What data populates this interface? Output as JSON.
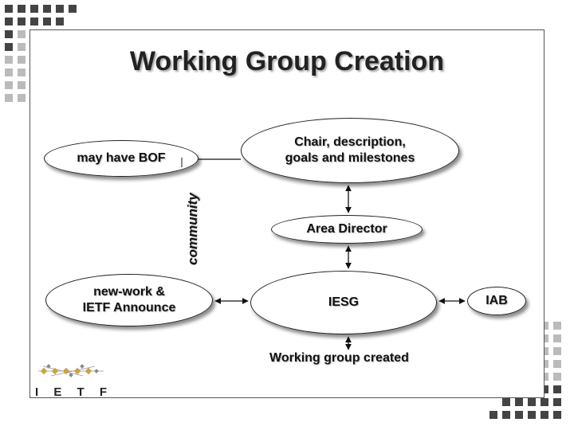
{
  "title": "Working Group Creation",
  "nodes": {
    "bof": "may have BOF",
    "community": "community",
    "chair": [
      "Chair, description,",
      "goals and milestones"
    ],
    "area_director": "Area Director",
    "announce": [
      "new-work &",
      "IETF Announce"
    ],
    "iesg": "IESG",
    "iab": "IAB",
    "created": "Working group created"
  },
  "logo": {
    "letters": [
      "I",
      "E",
      "T",
      "F"
    ]
  },
  "colors": {
    "frame": "#555555",
    "squares_dark": "#444444",
    "squares_light": "#bbbbbb",
    "text": "#111111"
  }
}
